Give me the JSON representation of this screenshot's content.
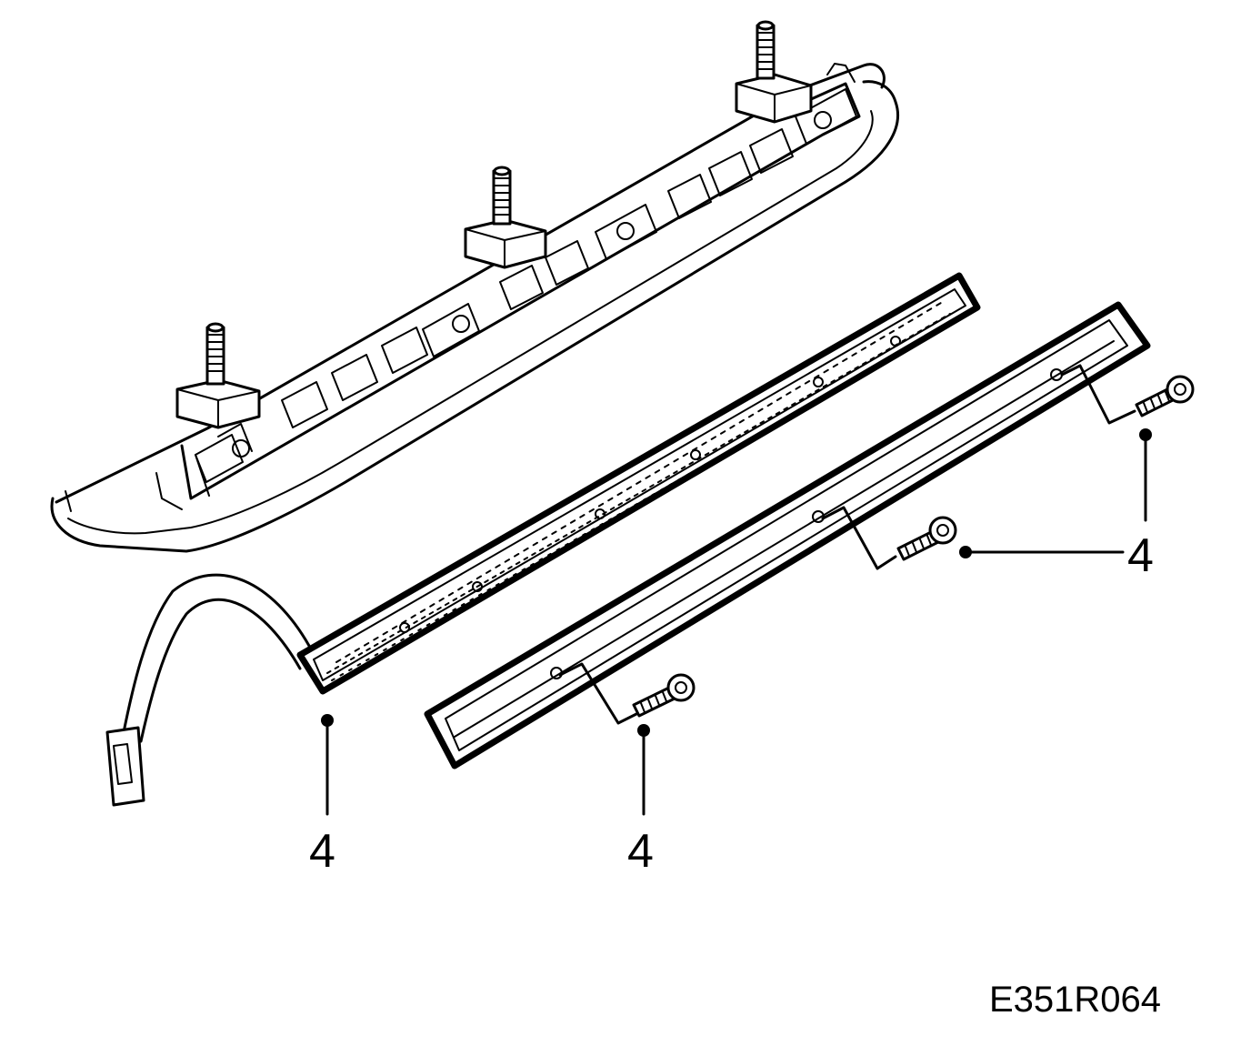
{
  "callouts": [
    {
      "id": "harness",
      "label": "4"
    },
    {
      "id": "lens-screw-left",
      "label": "4"
    },
    {
      "id": "lens-screw-right",
      "label": "4"
    }
  ],
  "drawing_code": "E351R064"
}
